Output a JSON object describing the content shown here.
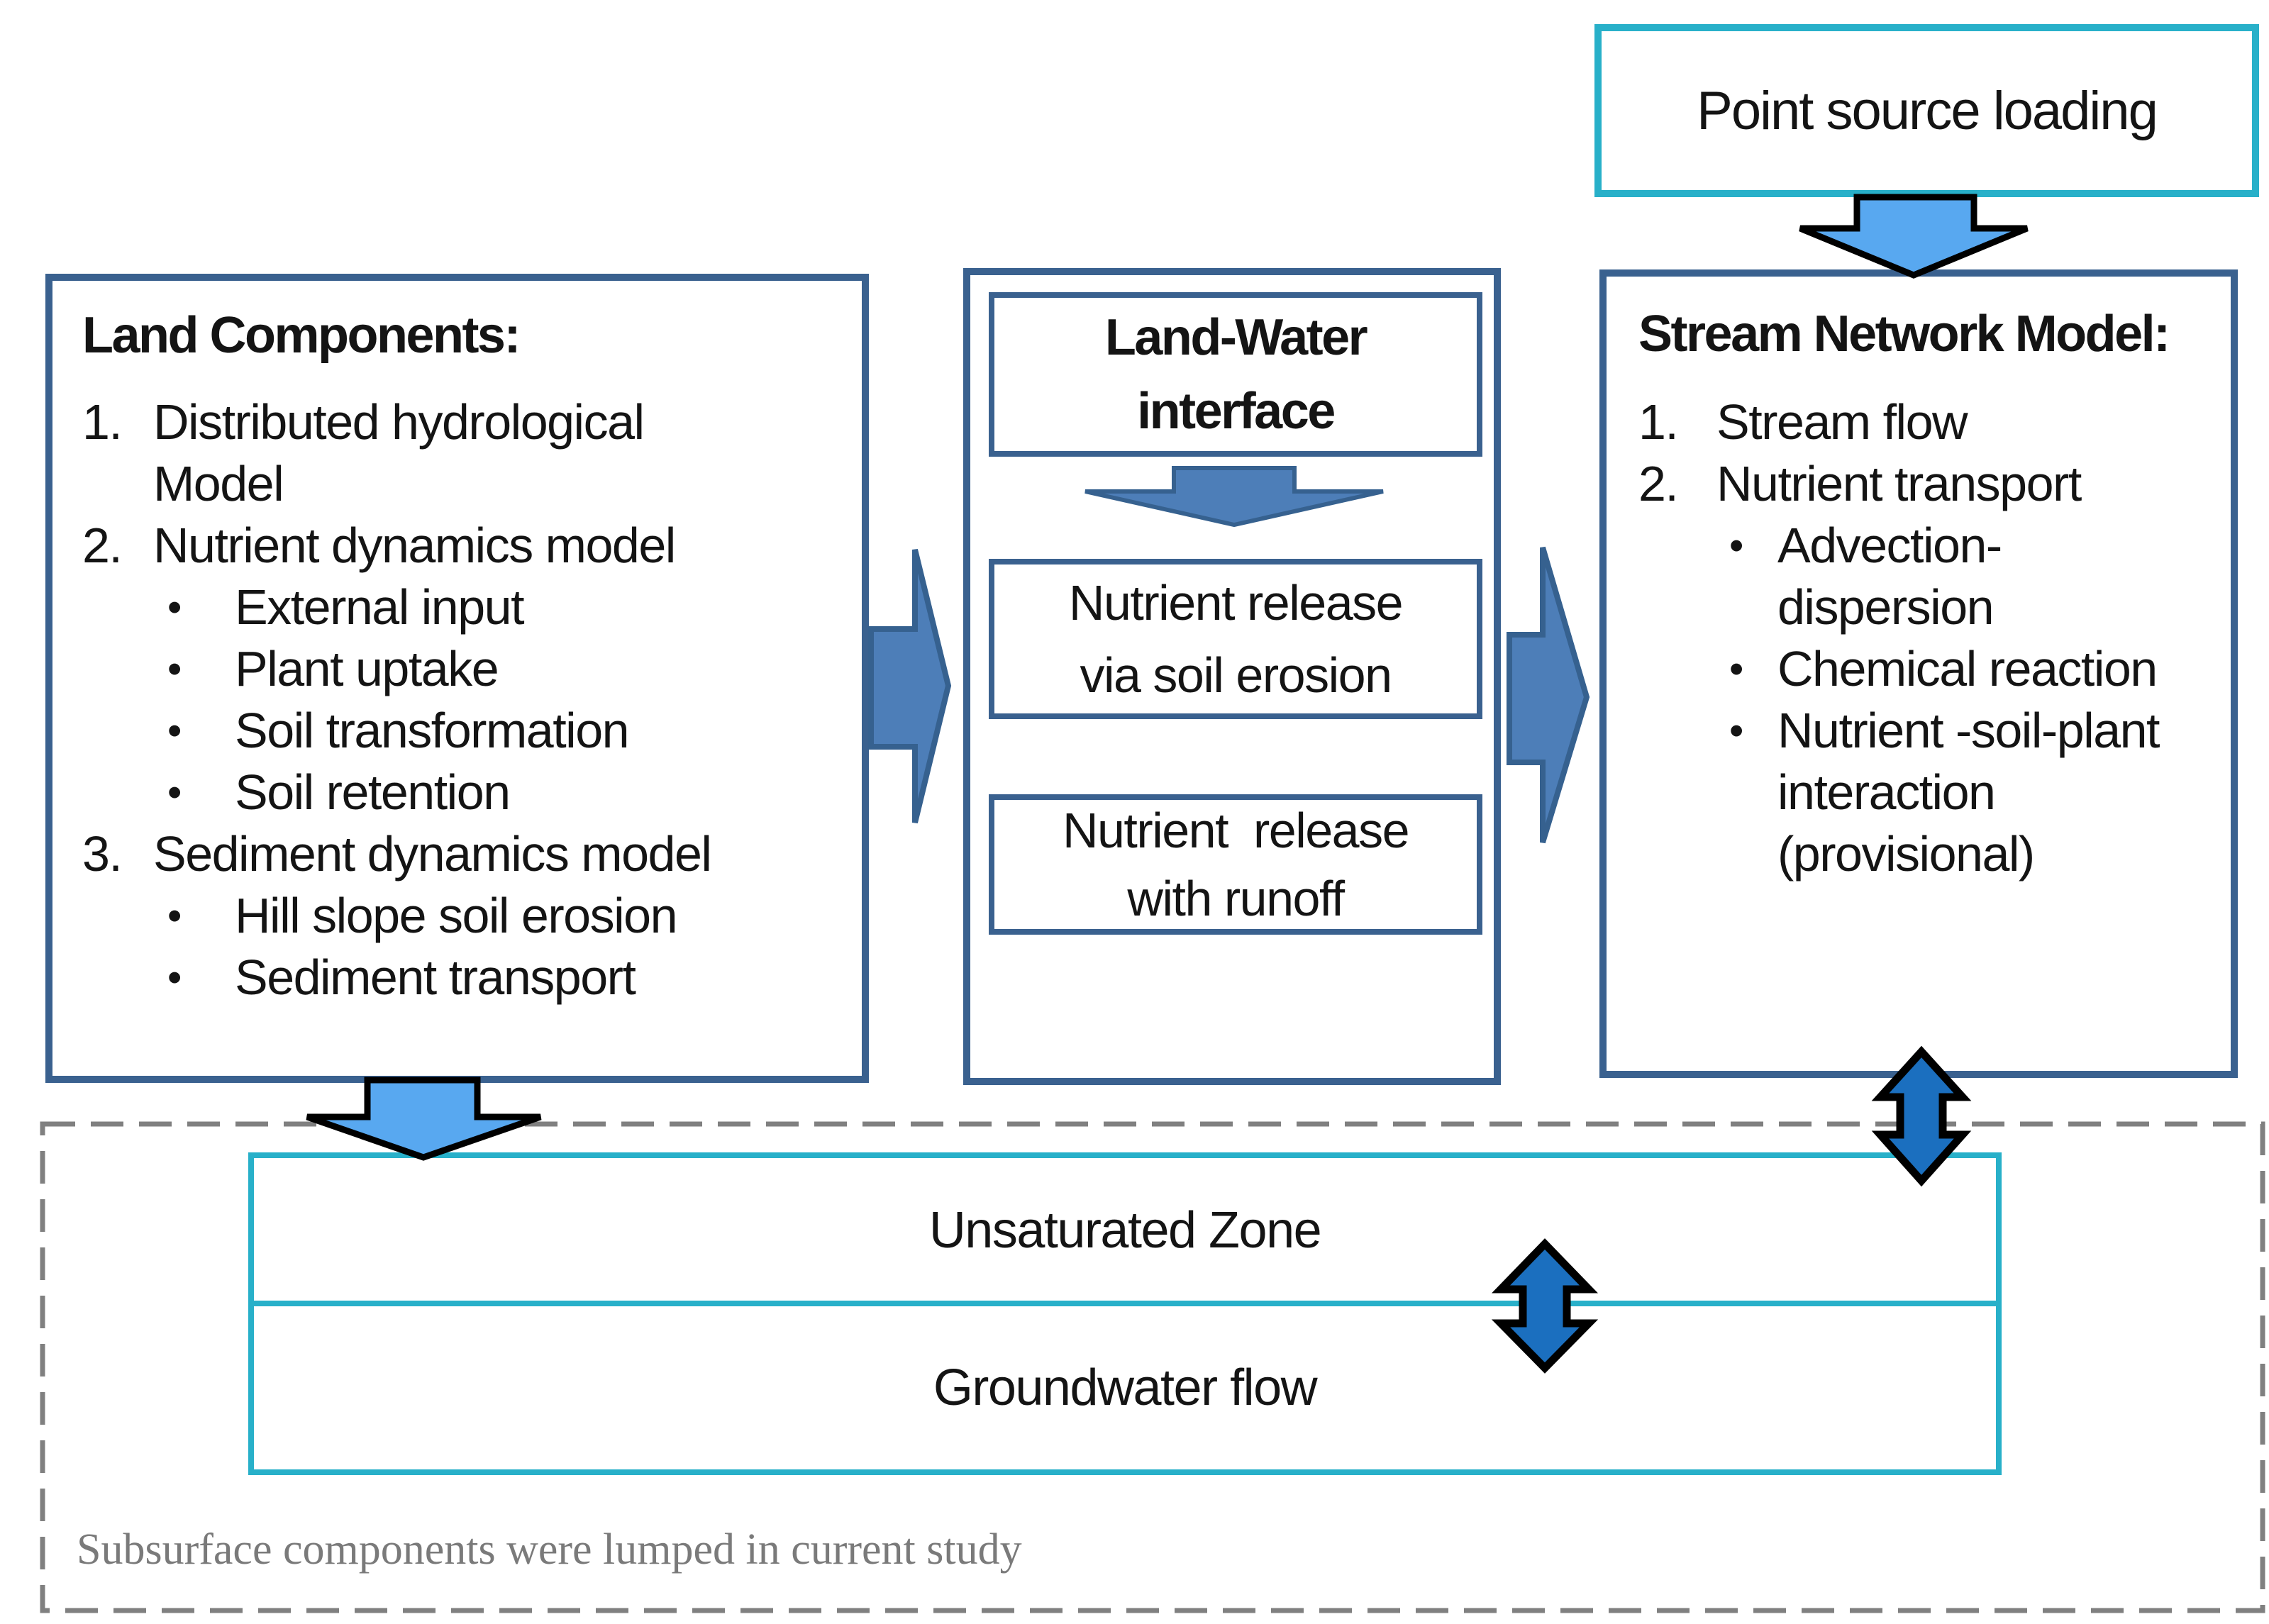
{
  "colors": {
    "box_border": "#3a618f",
    "steel_arrow": "#4d7eb8",
    "steel_arrow_edge": "#36618f",
    "light_arrow": "#58a8f0",
    "deep_arrow": "#1b6fbf",
    "cyan_border": "#28b0c9",
    "dash_gray": "#808080",
    "note_gray": "#7a7a7a",
    "outline_black": "#000000"
  },
  "point_source": {
    "label": "Point source loading"
  },
  "land": {
    "title": "Land Components:",
    "lines": [
      {
        "m": "1.",
        "t": "Distributed hydrological"
      },
      {
        "m": "",
        "t": "Model"
      },
      {
        "m": "2.",
        "t": "Nutrient dynamics model"
      },
      {
        "m": "•",
        "t": "External input"
      },
      {
        "m": "•",
        "t": "Plant uptake"
      },
      {
        "m": "•",
        "t": "Soil transformation"
      },
      {
        "m": "•",
        "t": "Soil retention"
      },
      {
        "m": "3.",
        "t": "Sediment dynamics model"
      },
      {
        "m": "•",
        "t": "Hill slope soil erosion"
      },
      {
        "m": "•",
        "t": "Sediment transport"
      }
    ]
  },
  "interface": {
    "title_line1": "Land-Water",
    "title_line2": "interface",
    "box1_line1": "Nutrient release",
    "box1_line2": "via soil erosion",
    "box2_line1": "Nutrient  release",
    "box2_line2": "with runoff"
  },
  "stream": {
    "title": "Stream Network Model:",
    "lines": [
      {
        "m": "1.",
        "t": "Stream flow"
      },
      {
        "m": "2.",
        "t": "Nutrient transport"
      },
      {
        "m": "•",
        "t": "Advection-"
      },
      {
        "m": "",
        "t": "dispersion"
      },
      {
        "m": "•",
        "t": "Chemical reaction"
      },
      {
        "m": "•",
        "t": "Nutrient -soil-plant"
      },
      {
        "m": "",
        "t": "interaction"
      },
      {
        "m": "",
        "t": "(provisional)"
      }
    ]
  },
  "subsurface": {
    "unsaturated": "Unsaturated Zone",
    "groundwater": "Groundwater flow",
    "note": "Subsurface components were lumped in current study"
  }
}
